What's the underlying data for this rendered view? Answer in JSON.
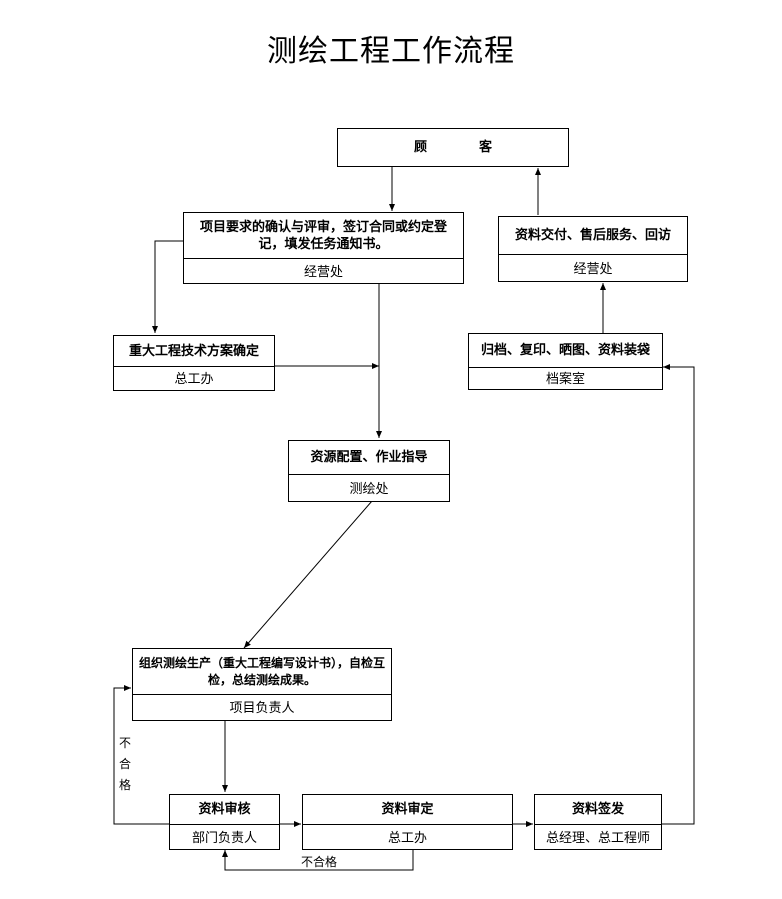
{
  "title": "测绘工程工作流程",
  "nodes": {
    "customer": {
      "main": "顾　　　　客"
    },
    "contract": {
      "main": "项目要求的确认与评审，签订合同或约定登记，填发任务通知书。",
      "dept": "经营处"
    },
    "delivery": {
      "main": "资料交付、售后服务、回访",
      "dept": "经营处"
    },
    "major_tech": {
      "main": "重大工程技术方案确定",
      "dept": "总工办"
    },
    "archive": {
      "main": "归档、复印、晒图、资料装袋",
      "dept": "档案室"
    },
    "resource": {
      "main": "资源配置、作业指导",
      "dept": "测绘处"
    },
    "production": {
      "main": "组织测绘生产（重大工程编写设计书），自检互检，总结测绘成果。",
      "dept": "项目负责人"
    },
    "review": {
      "main": "资料审核",
      "dept": "部门负责人"
    },
    "approve": {
      "main": "资料审定",
      "dept": "总工办"
    },
    "issue": {
      "main": "资料签发",
      "dept": "总经理、总工程师"
    }
  },
  "labels": {
    "fail_vertical": "不合格",
    "fail_bottom": "不合格"
  }
}
